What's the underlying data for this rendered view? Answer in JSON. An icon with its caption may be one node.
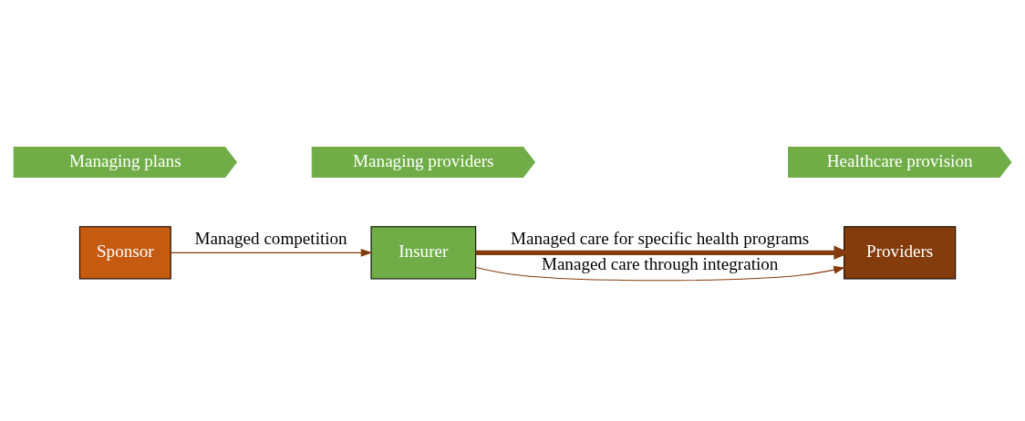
{
  "diagram": {
    "nodes": [
      {
        "text": [
          "Managing plans"
        ]
      },
      {
        "text": [
          "Managing providers"
        ]
      },
      {
        "text": [
          "Healthcare provision"
        ]
      },
      {
        "text": [
          "Sponsor"
        ]
      },
      {
        "text": [
          "Insurer"
        ]
      },
      {
        "text": [
          "Providers"
        ]
      }
    ],
    "edges": [
      {
        "from": 3,
        "to": 4,
        "arrow": "to",
        "label": "Managed competition"
      },
      {
        "from": 4,
        "to": 5,
        "arrow": "to",
        "label": "Managed care through integration"
      },
      {
        "from": 4,
        "to": 5,
        "arrow": "to",
        "label": "Managed care for specific health programs",
        "style": "thick"
      }
    ]
  }
}
